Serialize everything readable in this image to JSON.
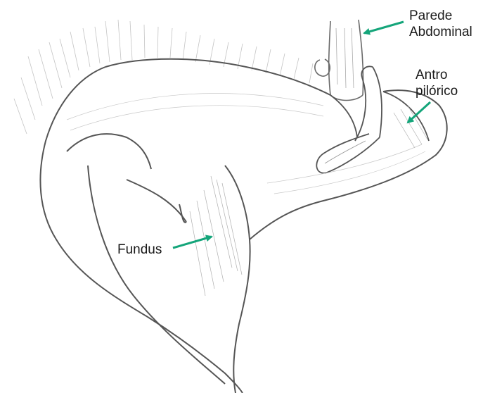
{
  "labels": {
    "parede_abdominal": {
      "line1": "Parede",
      "line2": "Abdominal"
    },
    "antro_pilorico": {
      "line1": "Antro",
      "line2": "pilórico"
    },
    "fundus": "Fundus"
  },
  "colors": {
    "arrow": "#14a57a",
    "pencil": "#8a8a8a",
    "pencil_dark": "#5a5a5a",
    "background": "#ffffff"
  }
}
